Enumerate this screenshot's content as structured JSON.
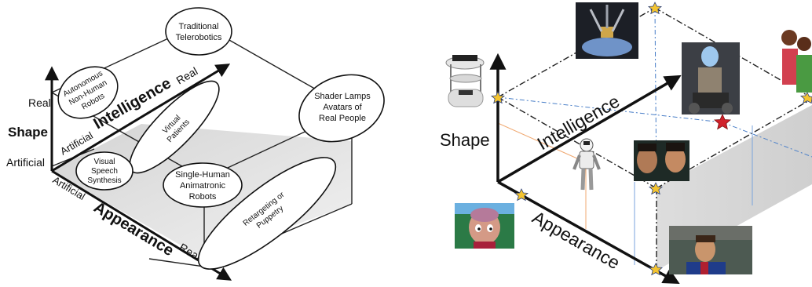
{
  "left_diagram": {
    "axes": {
      "shape": "Shape",
      "shape_real": "Real",
      "shape_artificial": "Artificial",
      "intelligence": "Intelligence",
      "intelligence_real": "Real",
      "intelligence_artificial": "Artificial",
      "appearance": "Appearance",
      "appearance_real": "Real",
      "appearance_artificial": "Artificial"
    },
    "regions": {
      "traditional": [
        "Traditional",
        "Telerobotics"
      ],
      "autonomous": [
        "Autonomous",
        "Non-Human",
        "Robots"
      ],
      "shader": [
        "Shader Lamps",
        "Avatars of",
        "Real People"
      ],
      "virtual": [
        "Virtual",
        "Patients"
      ],
      "visual_speech": [
        "Visual",
        "Speech",
        "Synthesis"
      ],
      "single_human": [
        "Single-Human",
        "Animatronic",
        "Robots"
      ],
      "retargeting": [
        "Retargeting or",
        "Puppetry"
      ]
    }
  },
  "right_diagram": {
    "axes": {
      "shape": "Shape",
      "intelligence": "Intelligence",
      "appearance": "Appearance"
    },
    "photos": [
      "surgical-robot-photo",
      "mobile-robot-photo",
      "avatar-robot-photo",
      "family-photo",
      "humanoid-robot-photo",
      "actors-photo",
      "cartoon-character-photo",
      "soccer-player-photo"
    ]
  }
}
